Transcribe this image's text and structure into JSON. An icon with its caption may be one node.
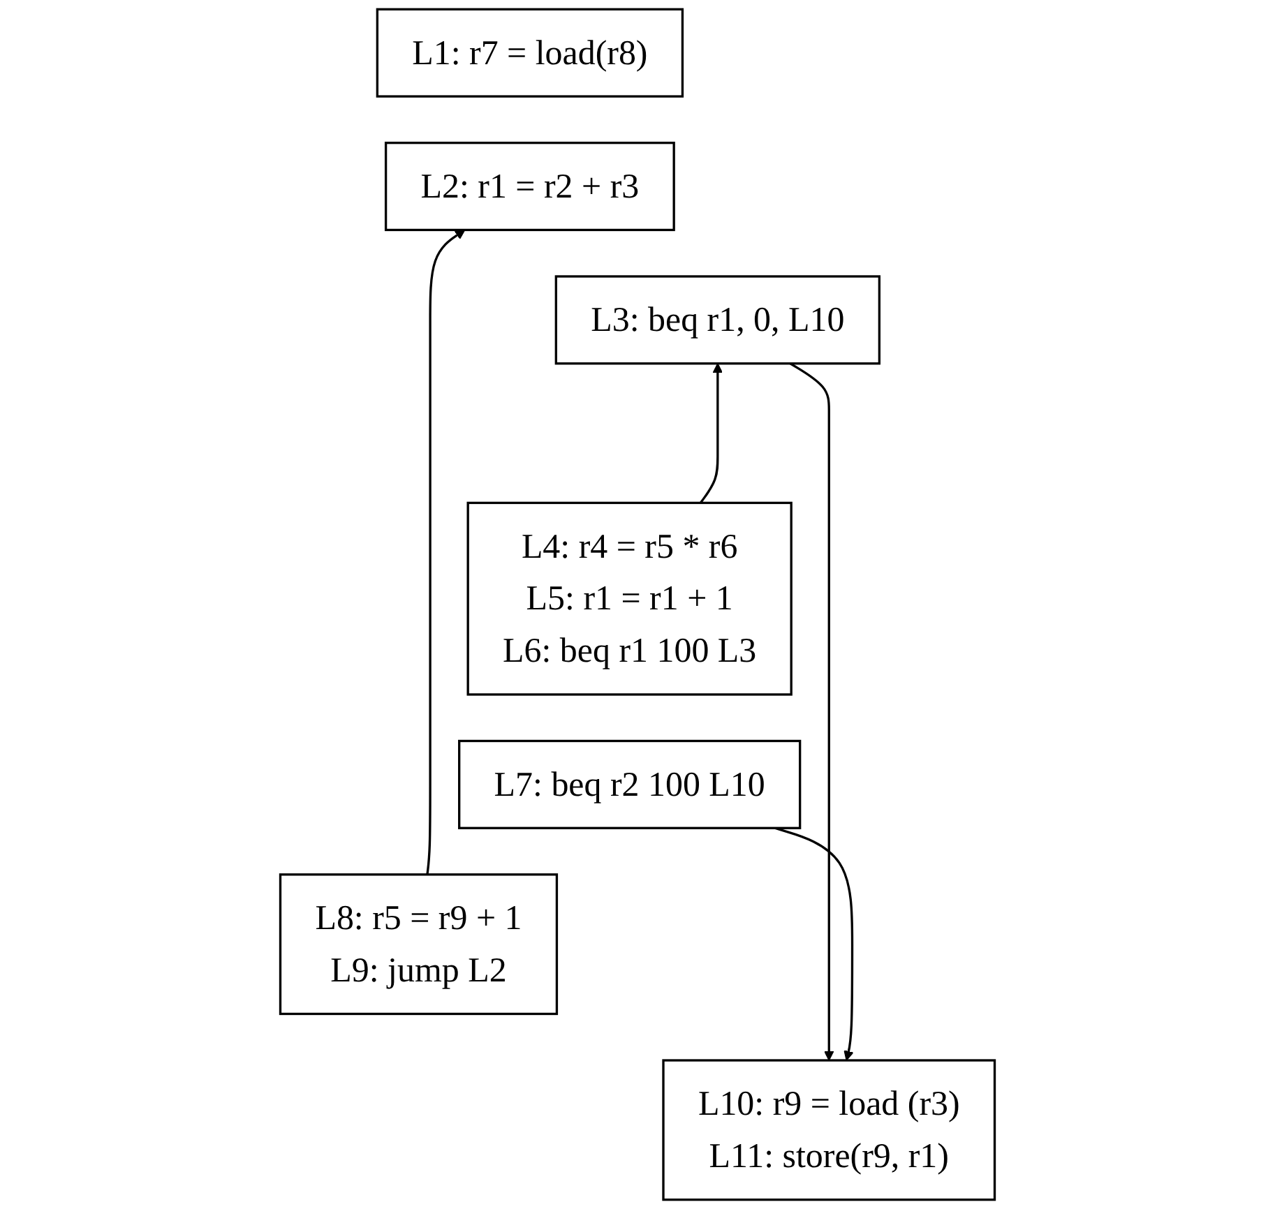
{
  "diagram": {
    "nodes": [
      {
        "text": [
          "L1: r7 = load(r8)"
        ]
      },
      {
        "text": [
          "L2: r1 = r2 + r3"
        ]
      },
      {
        "text": [
          "L3: beq r1, 0, L10"
        ]
      },
      {
        "text": [
          "L4: r4 = r5 * r6",
          "L5: r1 = r1 + 1",
          "L6: beq r1 100 L3"
        ]
      },
      {
        "text": [
          "L7: beq r2 100 L10"
        ]
      },
      {
        "text": [
          "L8: r5 = r9 + 1",
          "L9: jump L2"
        ]
      },
      {
        "text": [
          "L10: r9 = load (r3)",
          "L11: store(r9, r1)"
        ]
      }
    ],
    "edges": [
      {
        "from": 5,
        "to": 1,
        "arrow": "to"
      },
      {
        "from": 3,
        "to": 2,
        "arrow": "to"
      },
      {
        "from": 2,
        "to": 6,
        "arrow": "to"
      },
      {
        "from": 4,
        "to": 6,
        "arrow": "to"
      }
    ]
  }
}
